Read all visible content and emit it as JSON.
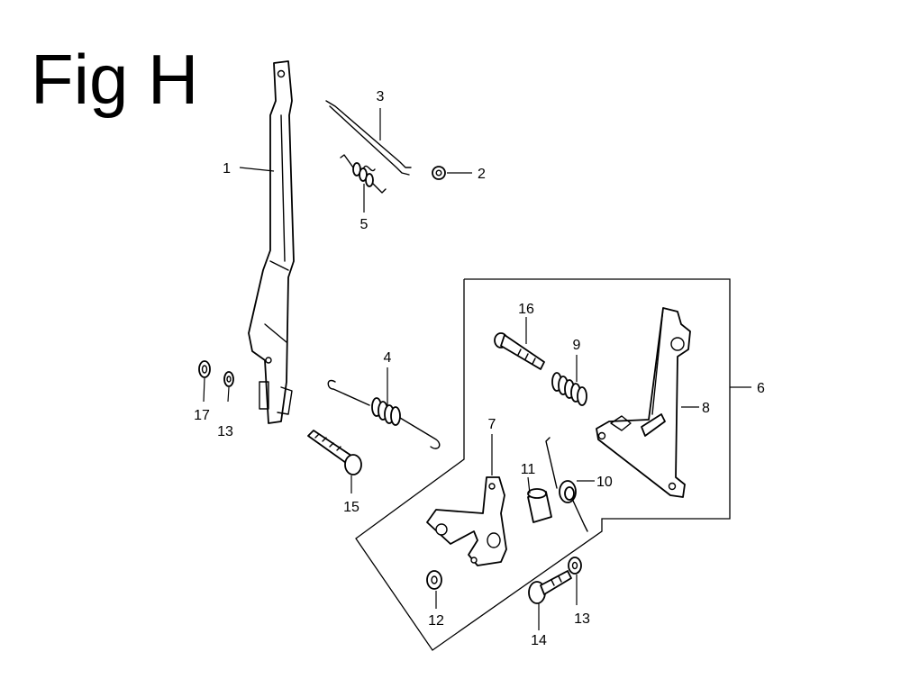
{
  "figure": {
    "title": "Fig H"
  },
  "callouts": [
    {
      "id": "c1",
      "number": "1"
    },
    {
      "id": "c2",
      "number": "2"
    },
    {
      "id": "c3",
      "number": "3"
    },
    {
      "id": "c4",
      "number": "4"
    },
    {
      "id": "c5",
      "number": "5"
    },
    {
      "id": "c6",
      "number": "6"
    },
    {
      "id": "c7",
      "number": "7"
    },
    {
      "id": "c8",
      "number": "8"
    },
    {
      "id": "c9",
      "number": "9"
    },
    {
      "id": "c10",
      "number": "10"
    },
    {
      "id": "c11",
      "number": "11"
    },
    {
      "id": "c12",
      "number": "12"
    },
    {
      "id": "c13a",
      "number": "13"
    },
    {
      "id": "c13b",
      "number": "13"
    },
    {
      "id": "c14",
      "number": "14"
    },
    {
      "id": "c15",
      "number": "15"
    },
    {
      "id": "c16",
      "number": "16"
    },
    {
      "id": "c17",
      "number": "17"
    }
  ]
}
